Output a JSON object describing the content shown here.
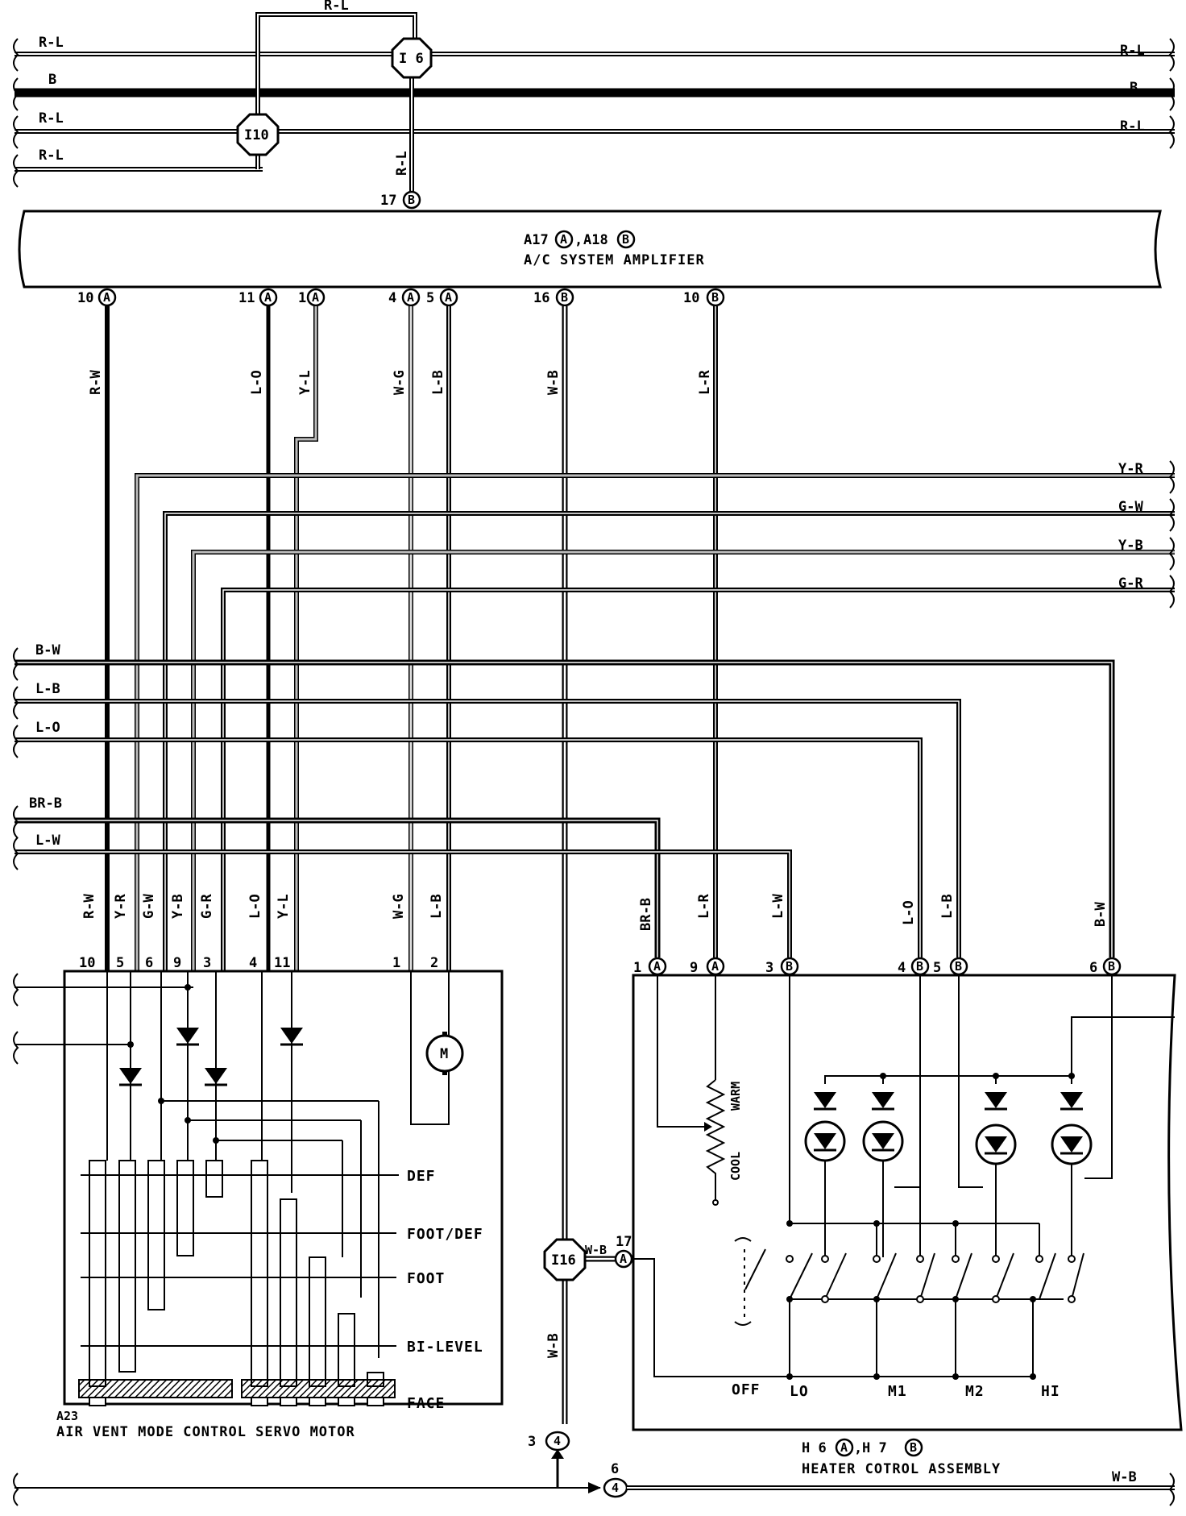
{
  "bus_wires": {
    "top1": "R-L",
    "top1_right": "R-L",
    "top2": "B",
    "top2_right": "B",
    "top3": "R-L",
    "top3_right": "R-L",
    "top4": "R-L",
    "top_loop": "R-L",
    "drop_17": "R-L"
  },
  "junctions": {
    "i6": "I 6",
    "i10": "I10",
    "i16": "I16"
  },
  "amplifier": {
    "id_line_a": "A17",
    "id_line_b": "A18",
    "conn_a": "A",
    "conn_b": "B",
    "sep": ",",
    "name": "A/C SYSTEM AMPLIFIER",
    "top_pin": "17",
    "pins": [
      {
        "num": "10",
        "conn": "A",
        "wire": "R-W"
      },
      {
        "num": "11",
        "conn": "A",
        "wire": "L-O"
      },
      {
        "num": "1",
        "conn": "A",
        "wire": "Y-L"
      },
      {
        "num": "4",
        "conn": "A",
        "wire": "W-G"
      },
      {
        "num": "5",
        "conn": "A",
        "wire": "L-B"
      },
      {
        "num": "16",
        "conn": "B",
        "wire": "W-B"
      },
      {
        "num": "10",
        "conn": "B",
        "wire": "L-R"
      }
    ]
  },
  "right_wires": [
    "Y-R",
    "G-W",
    "Y-B",
    "G-R"
  ],
  "left_wires": [
    "B-W",
    "L-B",
    "L-O",
    "BR-B",
    "L-W"
  ],
  "servo": {
    "id": "A23",
    "name": "AIR VENT MODE CONTROL SERVO MOTOR",
    "motor": "M",
    "wires": [
      "R-W",
      "Y-R",
      "G-W",
      "Y-B",
      "G-R",
      "L-O",
      "Y-L",
      "W-G",
      "L-B"
    ],
    "pins": [
      "10",
      "5",
      "6",
      "9",
      "3",
      "4",
      "11",
      "1",
      "2"
    ],
    "modes": [
      "DEF",
      "FOOT/DEF",
      "FOOT",
      "BI-LEVEL",
      "FACE"
    ]
  },
  "heater": {
    "id_a": "H 6",
    "id_b": "H 7",
    "conn_a": "A",
    "conn_b": "B",
    "sep": ",",
    "name": "HEATER COTROL ASSEMBLY",
    "wires": [
      "BR-B",
      "L-R",
      "L-W",
      "L-O",
      "L-B",
      "B-W"
    ],
    "pins": [
      {
        "num": "1",
        "conn": "A"
      },
      {
        "num": "9",
        "conn": "A"
      },
      {
        "num": "3",
        "conn": "B"
      },
      {
        "num": "4",
        "conn": "B"
      },
      {
        "num": "5",
        "conn": "B"
      },
      {
        "num": "6",
        "conn": "B"
      }
    ],
    "side_pin": "17",
    "side_conn": "A",
    "side_wire": "W-B",
    "warm": "WARM",
    "cool": "COOL",
    "switch_positions": [
      "OFF",
      "LO",
      "M1",
      "M2",
      "HI"
    ]
  },
  "ground": {
    "wire": "W-B",
    "connector_pin_left": "3",
    "connector_pin_left_num": "4",
    "connector_pin_right": "6",
    "connector_pin_right_num": "4",
    "bottom_wire": "W-B"
  }
}
